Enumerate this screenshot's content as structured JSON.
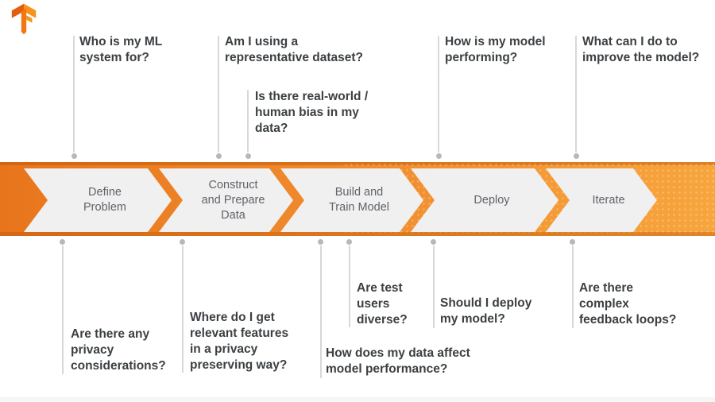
{
  "title": "ML workflow pipeline diagram",
  "colors": {
    "banner_gradient_left": "#e8751c",
    "banner_gradient_right": "#f7a53d",
    "banner_edge": "#d96a0d",
    "chevron_fill": "#f0f0f1",
    "stage_text": "#5f6368",
    "question_text": "#3c4043",
    "connector_line": "#d8d8d8",
    "connector_dot": "#b6b9bc",
    "logo_orange_dark": "#e35d10",
    "logo_orange_light": "#f6921e"
  },
  "logo": {
    "name": "TensorFlow"
  },
  "stages": [
    {
      "label": "Define\nProblem"
    },
    {
      "label": "Construct\nand Prepare\nData"
    },
    {
      "label": "Build and\nTrain Model"
    },
    {
      "label": "Deploy"
    },
    {
      "label": "Iterate"
    }
  ],
  "questions": {
    "top": [
      {
        "text": "Who is my ML\nsystem for?"
      },
      {
        "text": "Am I using a\nrepresentative dataset?"
      },
      {
        "text": "Is there real-world /\nhuman bias in my\ndata?"
      },
      {
        "text": "How is my model\nperforming?"
      },
      {
        "text": "What can I do to\nimprove the model?"
      }
    ],
    "bottom": [
      {
        "text": "Are there any\nprivacy\nconsiderations?"
      },
      {
        "text": "Where do I get\nrelevant features\nin a privacy\npreserving way?"
      },
      {
        "text": "How does my data affect\nmodel performance?"
      },
      {
        "text": "Are test\nusers\ndiverse?"
      },
      {
        "text": "Should I deploy\nmy model?"
      },
      {
        "text": "Are there\ncomplex\nfeedback loops?"
      }
    ]
  }
}
